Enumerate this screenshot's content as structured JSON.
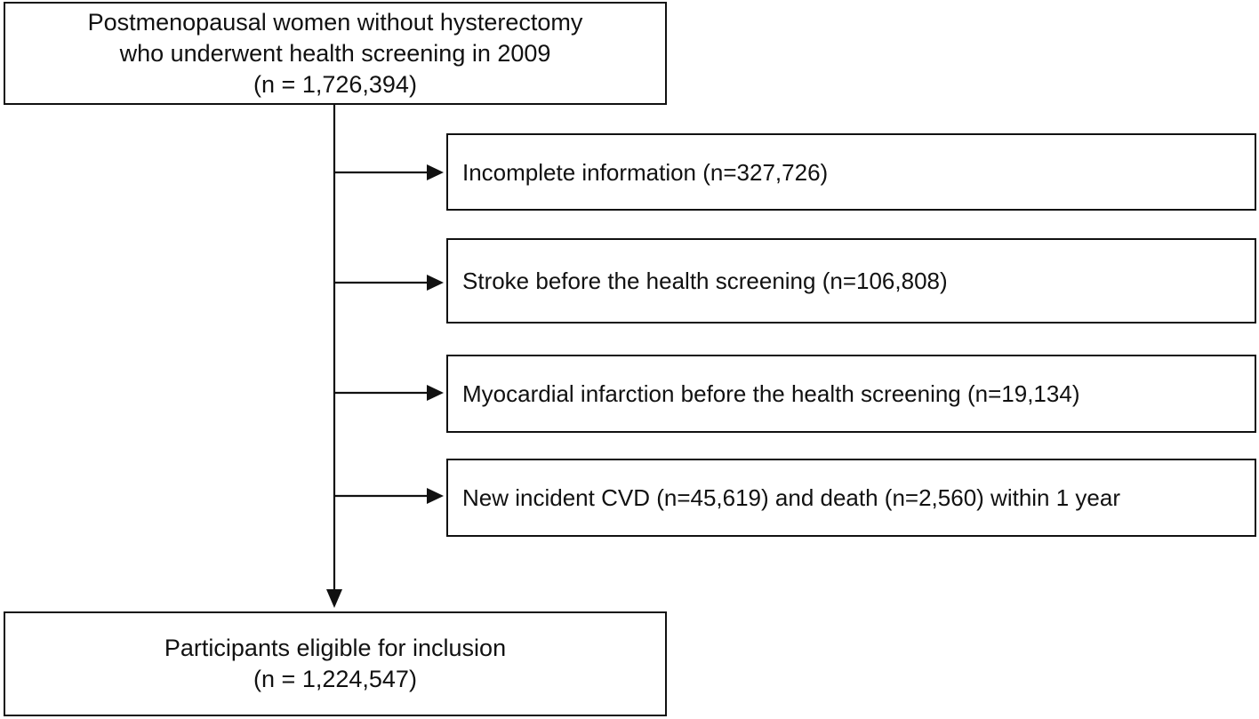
{
  "inclusion": {
    "top": {
      "line1": "Postmenopausal women without hysterectomy",
      "line2": "who underwent health screening in 2009",
      "count": "(n = 1,726,394)"
    },
    "bottom": {
      "line1": "Participants eligible for inclusion",
      "count": "(n = 1,224,547)"
    }
  },
  "exclusions": [
    {
      "label": "Incomplete information (n=327,726)"
    },
    {
      "label": "Stroke before the health screening (n=106,808)"
    },
    {
      "label": "Myocardial infarction before the health screening (n=19,134)"
    },
    {
      "label": "New incident CVD (n=45,619) and death (n=2,560) within 1 year"
    }
  ]
}
